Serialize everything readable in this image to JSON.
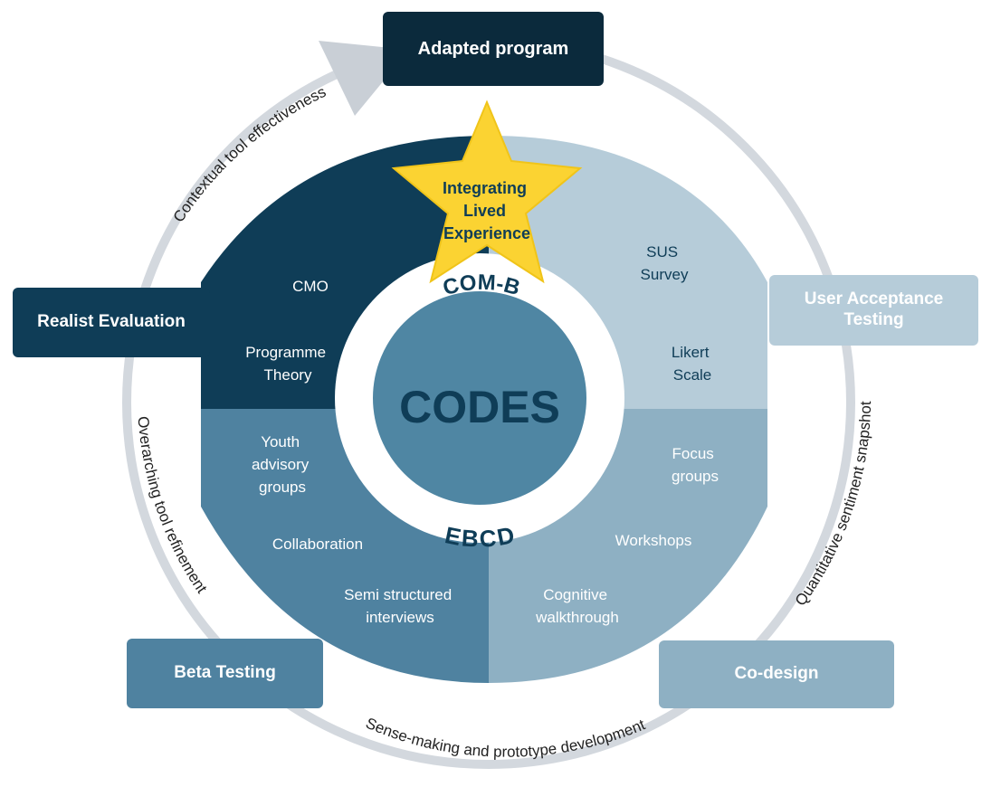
{
  "center": {
    "title": "CODES",
    "top_arc": "COM-B",
    "bottom_arc": "EBCD"
  },
  "star": {
    "lines": [
      "Integrating",
      "Lived",
      "Experience"
    ],
    "color": "#fbd332"
  },
  "quadrants": {
    "top_left": {
      "color": "#0f3d57",
      "items": [
        [
          "CMO"
        ],
        [
          "Programme",
          "Theory"
        ]
      ]
    },
    "top_right": {
      "color": "#b6ccd9",
      "items": [
        [
          "SUS",
          "Survey"
        ],
        [
          "Likert",
          "Scale"
        ]
      ]
    },
    "bottom_left": {
      "color": "#4f82a0",
      "items": [
        [
          "Youth",
          "advisory",
          "groups"
        ],
        [
          "Collaboration"
        ],
        [
          "Semi structured",
          "interviews"
        ]
      ]
    },
    "bottom_right": {
      "color": "#8eb0c3",
      "items": [
        [
          "Focus",
          "groups"
        ],
        [
          "Workshops"
        ],
        [
          "Cognitive",
          "walkthrough"
        ]
      ]
    }
  },
  "stages": {
    "adapted_program": {
      "label": "Adapted program",
      "color": "#0b2a3c"
    },
    "realist_evaluation": {
      "label": "Realist Evaluation",
      "color": "#0f3d57"
    },
    "user_acceptance_testing": {
      "label": "User Acceptance Testing",
      "color": "#b6ccd9"
    },
    "beta_testing": {
      "label": "Beta Testing",
      "color": "#4f82a0"
    },
    "co_design": {
      "label": "Co-design",
      "color": "#8eb0c3"
    }
  },
  "transitions": {
    "contextual": "Contextual tool effectiveness",
    "overarching": "Overarching tool refinement",
    "quantitative": "Quantitative sentiment snapshot",
    "sense_making": "Sense-making and prototype development"
  },
  "colors": {
    "ring": "#d3d8de",
    "center_circle": "#4f86a3",
    "center_text": "#0f3d57",
    "arc_text": "#0f3d57"
  }
}
